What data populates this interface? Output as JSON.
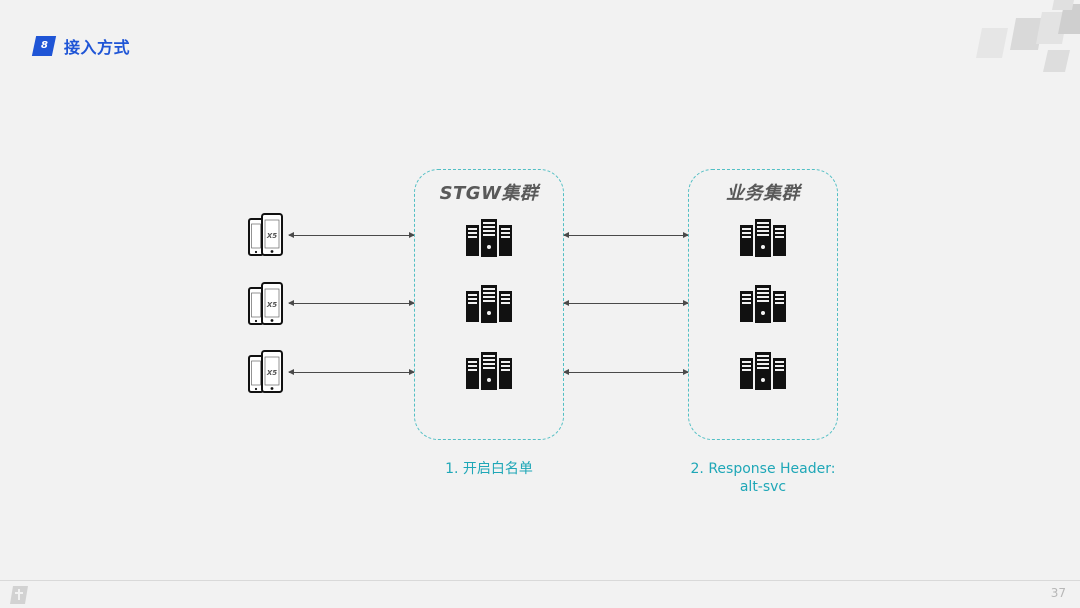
{
  "header": {
    "section_badge": "8",
    "title": "接入方式"
  },
  "diagram": {
    "clients": [
      {
        "label": "X5"
      },
      {
        "label": "X5"
      },
      {
        "label": "X5"
      }
    ],
    "stgw_cluster": {
      "title": "STGW集群",
      "servers": 3
    },
    "business_cluster": {
      "title": "业务集群",
      "servers": 3
    },
    "steps": {
      "step1": "1. 开启白名单",
      "step2_line1": "2. Response Header:",
      "step2_line2": "alt-svc"
    }
  },
  "colors": {
    "accent": "#1f55d6",
    "cluster_border": "#52bfc4",
    "step_text": "#1fa7b7",
    "line": "#4a4a4a",
    "server": "#111111"
  },
  "footer": {
    "page_number": "37"
  }
}
